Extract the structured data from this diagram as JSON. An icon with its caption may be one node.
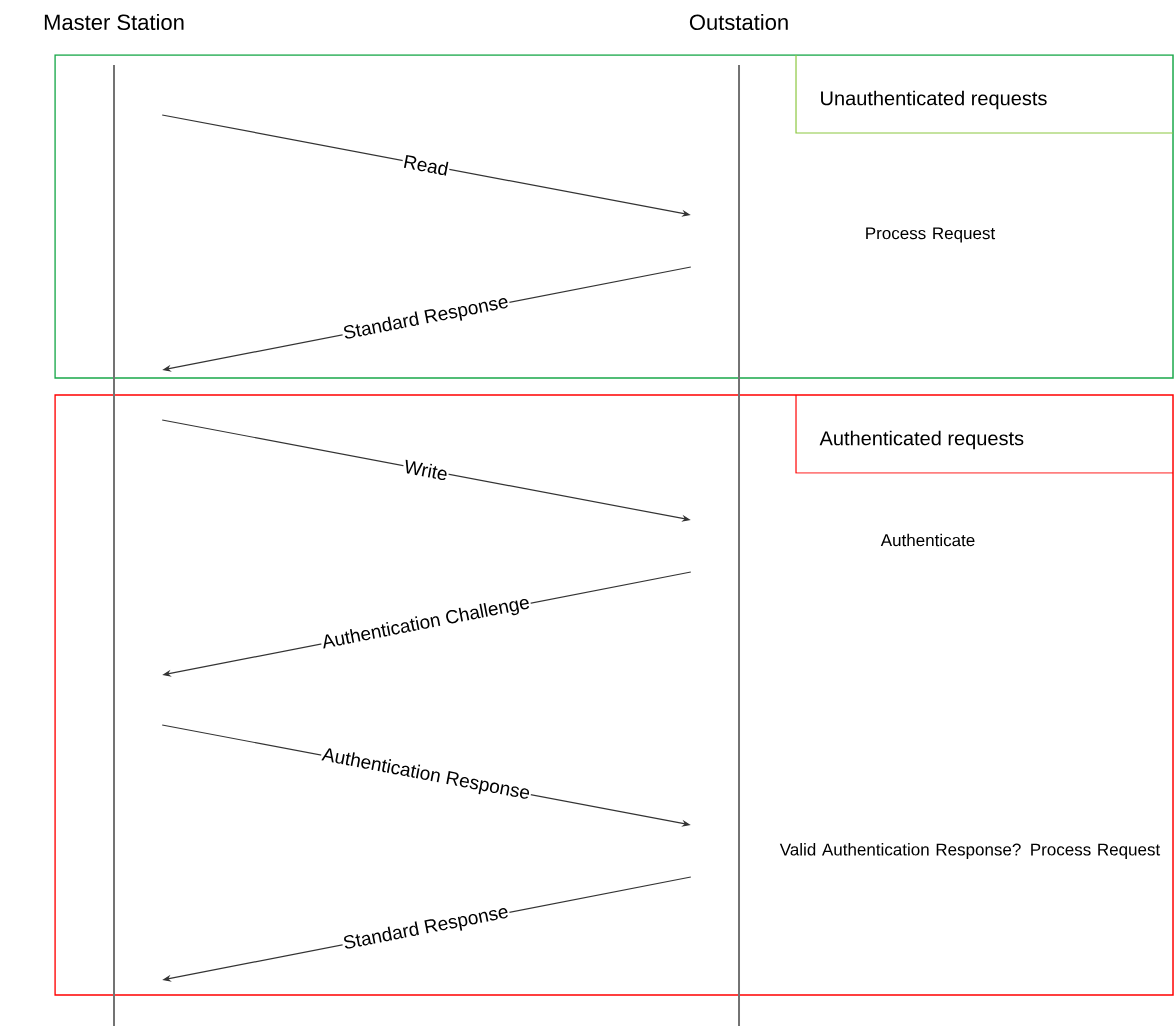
{
  "diagram": {
    "nodes": [
      {
        "text": [
          "Master Station"
        ]
      },
      {
        "text": [
          "Outstation"
        ]
      },
      {
        "text": [
          "Unauthenticated requests"
        ]
      },
      {
        "text": [
          "Authenticated requests"
        ]
      }
    ],
    "edges": [
      {
        "from": 0,
        "to": 1,
        "arrow": "to",
        "label": "Read"
      },
      {
        "from": 1,
        "to": 0,
        "arrow": "to",
        "label": "Standard Response"
      },
      {
        "from": 0,
        "to": 1,
        "arrow": "to",
        "label": "Write"
      },
      {
        "from": 1,
        "to": 0,
        "arrow": "to",
        "label": "Authentication Challenge"
      },
      {
        "from": 0,
        "to": 1,
        "arrow": "to",
        "label": "Authentication Response"
      },
      {
        "from": 1,
        "to": 0,
        "arrow": "to",
        "label": "Standard Response"
      }
    ],
    "labels": [
      "Process Request",
      "Authenticate",
      "Valid Authentication Response? Process Request"
    ]
  }
}
